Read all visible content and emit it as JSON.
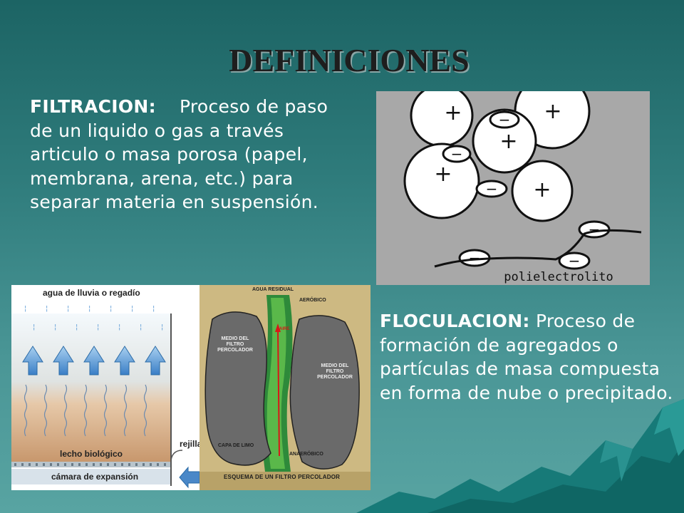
{
  "title": "DEFINICIONES",
  "filtracion": {
    "term": "FILTRACION:",
    "text": "Proceso de paso de un liquido o gas a través articulo o masa porosa (papel, membrana, arena, etc.) para separar materia en suspensión."
  },
  "floculacion": {
    "term": "FLOCULACION:",
    "text": "Proceso de formación de agregados o partículas de masa compuesta en forma de nube o precipitado."
  },
  "ions_figure": {
    "label": "polielectrolito",
    "positive_sign": "+",
    "negative_sign": "−"
  },
  "rain_filter_figure": {
    "label_rain": "agua de lluvia o regadío",
    "label_bed": "lecho biológico",
    "label_grid": "rejilla",
    "label_chamber": "cámara de expansión"
  },
  "percolator_figure": {
    "label_water": "AGUA RESIDUAL",
    "label_aerobic": "AERÓBICO",
    "label_medium_left": "MEDIO DEL FILTRO PERCOLADOR",
    "label_medium_right": "MEDIO DEL FILTRO PERCOLADOR",
    "label_slime": "CAPA DE LIMO",
    "label_anaerobic": "ANAERÓBICO",
    "label_air": "AIRE",
    "caption": "ESQUEMA DE UN FILTRO PERCOLADOR"
  }
}
